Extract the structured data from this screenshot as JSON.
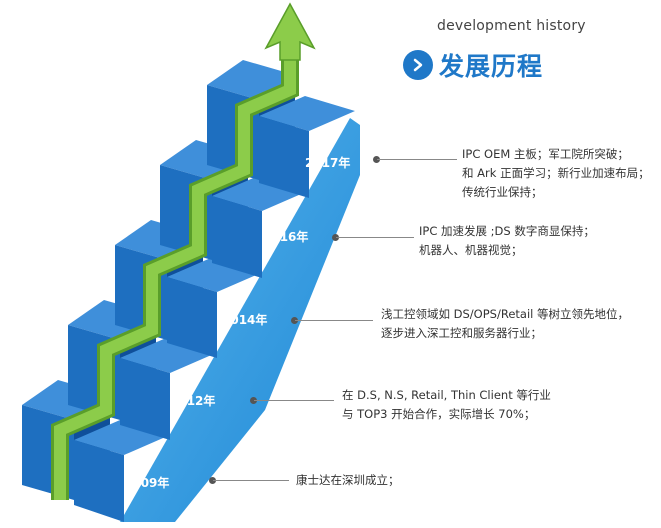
{
  "header": {
    "english": "development history",
    "chinese": "发展历程"
  },
  "milestones": [
    {
      "year": "2017年",
      "lines": [
        "IPC OEM 主板；军工院所突破；",
        "和 Ark 正面学习；新行业加速布局；",
        "传统行业保持；"
      ]
    },
    {
      "year": "2016年",
      "lines": [
        "IPC 加速发展 ;DS 数字商显保持；",
        "机器人、机器视觉；"
      ]
    },
    {
      "year": "2014年",
      "lines": [
        "浅工控领域如 DS/OPS/Retail 等树立领先地位，",
        "逐步进入深工控和服务器行业；"
      ]
    },
    {
      "year": "2012年",
      "lines": [
        "在 D.S, N.S, Retail, Thin Client 等行业",
        "与 TOP3 开始合作，实际增长 70%；"
      ]
    },
    {
      "year": "2009年",
      "lines": [
        "康士达在深圳成立；"
      ]
    }
  ],
  "colors": {
    "cube_top": "#3f8fda",
    "cube_front": "#1e6fc0",
    "cube_side": "#0f4f9a",
    "ramp": "#2a9be0",
    "arrow_light": "#8ccc4a",
    "arrow_dark": "#5a9e2a",
    "title_blue": "#1f78c8"
  },
  "icons": [
    "chevron-right-icon",
    "up-arrow-icon"
  ]
}
